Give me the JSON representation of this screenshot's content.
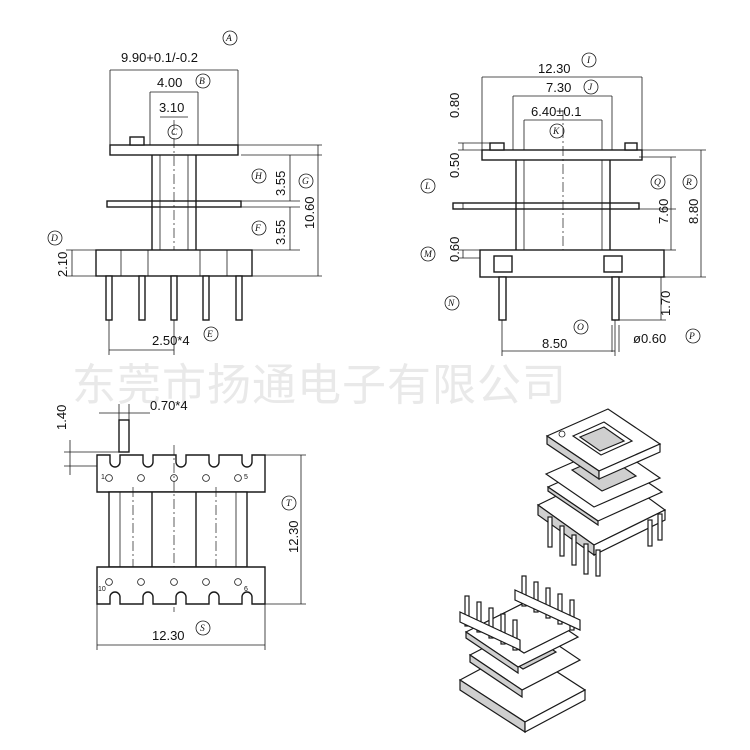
{
  "watermark": "东莞市扬通电子有限公司",
  "front_view": {
    "dims": {
      "overall_width": "9.90+0.1/-0.2",
      "flange_width": "4.00",
      "core_width": "3.10",
      "flange_gap_upper": "3.55",
      "flange_gap_lower": "3.55",
      "overall_height": "10.60",
      "base_height": "2.10",
      "pin_pitch": "2.50*4"
    },
    "tags": {
      "overall_width": "A",
      "flange_width": "B",
      "core_width": "C",
      "base_height": "D",
      "pin_pitch": "E",
      "flange_gap_lower": "F",
      "overall_height": "G",
      "flange_gap_upper": "H"
    }
  },
  "side_view": {
    "dims": {
      "overall_width": "12.30",
      "flange_width": "7.30",
      "core_width": "6.40±0.1",
      "top_thickness": "0.80",
      "mid_thickness": "0.50",
      "base_step": "0.60",
      "flange_span": "7.60",
      "overall_height": "8.80",
      "pin_length": "1.70",
      "pin_row_spacing": "8.50",
      "pin_diameter": "ø0.60"
    },
    "tags": {
      "overall_width": "I",
      "flange_width": "J",
      "core_width": "K",
      "mid_thickness": "L",
      "base_step": "M",
      "pin_length": "N",
      "pin_row_spacing": "O",
      "pin_diameter": "P",
      "flange_span": "Q",
      "overall_height": "R"
    }
  },
  "bottom_view": {
    "dims": {
      "pin_stub_length": "1.40",
      "pin_width": "0.70*4",
      "overall_height": "12.30",
      "overall_width": "12.30"
    },
    "tags": {
      "overall_height": "T",
      "overall_width": "S"
    },
    "pin_numbers": [
      "1",
      "5",
      "10",
      "6"
    ]
  }
}
